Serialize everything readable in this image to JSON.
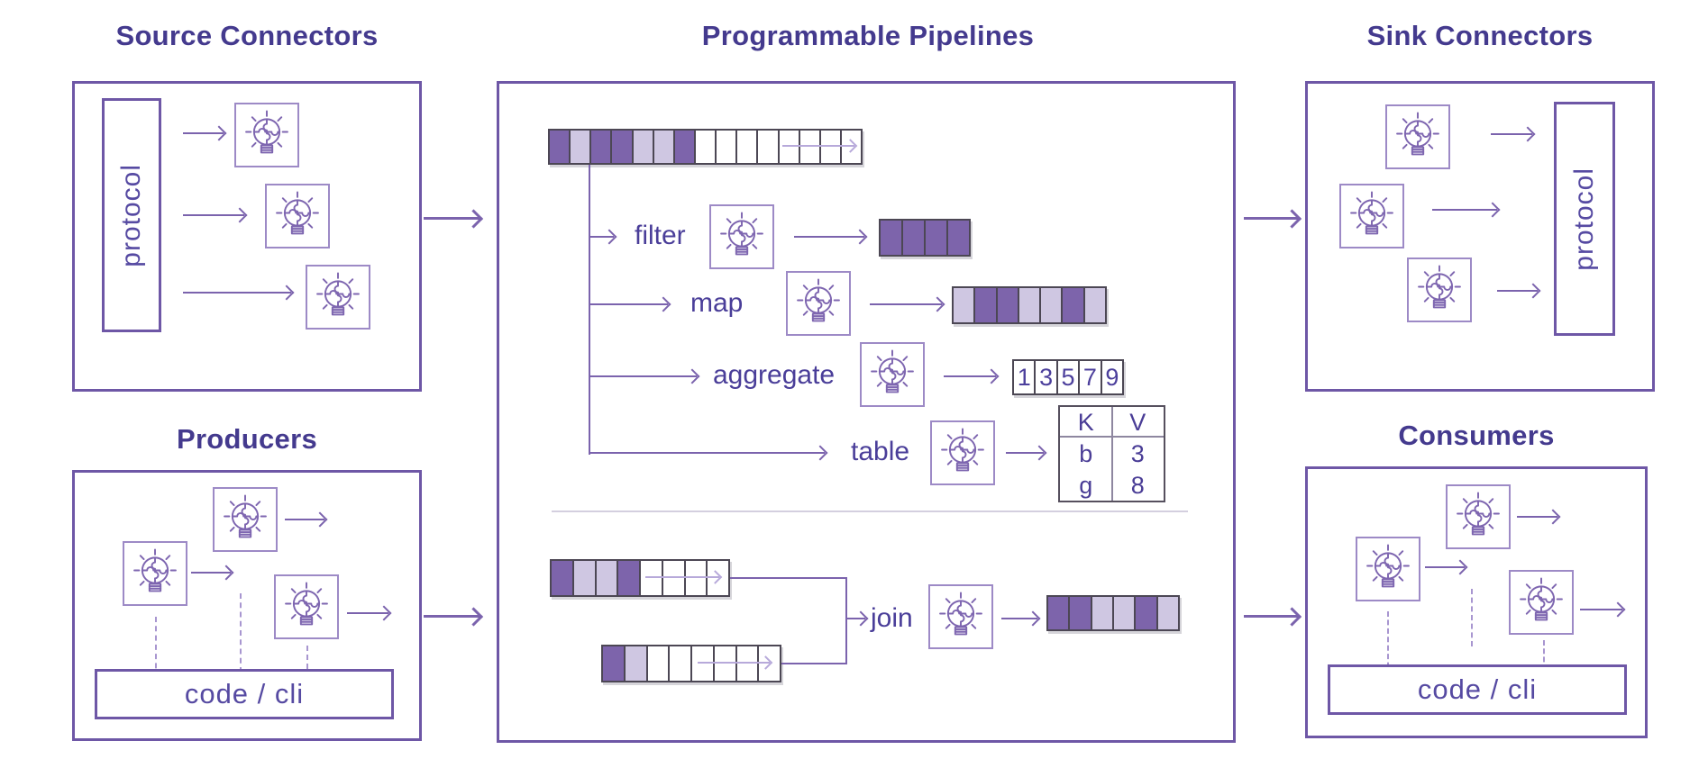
{
  "titles": {
    "source": "Source Connectors",
    "pipelines": "Programmable Pipelines",
    "sink": "Sink Connectors",
    "producers": "Producers",
    "consumers": "Consumers"
  },
  "labels": {
    "protocol": "protocol",
    "code_cli": "code / cli",
    "filter": "filter",
    "map": "map",
    "aggregate": "aggregate",
    "table": "table",
    "join": "join"
  },
  "icons": {
    "lightbulb": "lightbulb-puzzle-icon",
    "arrow": "arrow-right-icon"
  },
  "colors": {
    "cell_dark": "#7d64ab",
    "cell_light": "#cfc7e2",
    "cell_white": "#ffffff",
    "cell_border": "#4c4754",
    "line": "#7b63ad",
    "box_border": "#6e57a6",
    "light_arrow": "#b7a9da",
    "title_text": "#443a8e",
    "label_text": "#4a3e99"
  },
  "bars": {
    "pipeline_input": [
      "dark",
      "light",
      "dark",
      "dark",
      "light",
      "light",
      "dark",
      "white",
      "white",
      "white",
      "white",
      "white",
      "white",
      "white",
      "white"
    ],
    "filter_output": [
      "dark",
      "dark",
      "dark",
      "dark"
    ],
    "map_output": [
      "light",
      "dark",
      "dark",
      "light",
      "light",
      "dark",
      "light"
    ],
    "join_input_top": [
      "dark",
      "light",
      "light",
      "dark",
      "white",
      "white",
      "white",
      "white"
    ],
    "join_input_bottom": [
      "dark",
      "light",
      "white",
      "white",
      "white",
      "white",
      "white",
      "white"
    ],
    "join_output": [
      "dark",
      "dark",
      "light",
      "light",
      "dark",
      "light"
    ]
  },
  "aggregate_output": {
    "values": [
      "1",
      "3",
      "5",
      "7",
      "9"
    ]
  },
  "kv_table": {
    "headers": [
      "K",
      "V"
    ],
    "rows": [
      [
        "b",
        "3"
      ],
      [
        "g",
        "8"
      ]
    ]
  }
}
